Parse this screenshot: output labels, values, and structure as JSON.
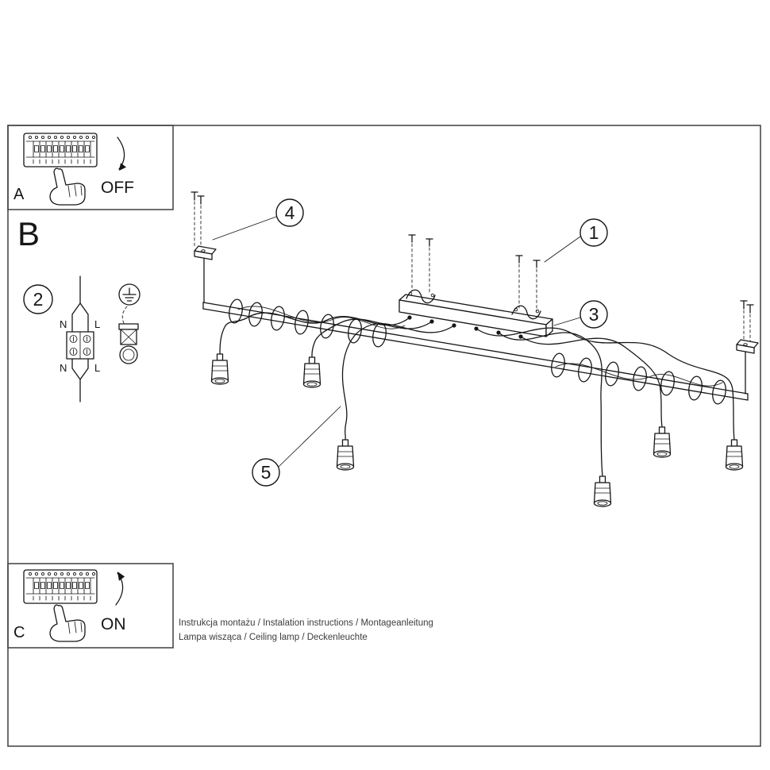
{
  "diagram": {
    "power_off": {
      "letter": "A",
      "state": "OFF"
    },
    "power_on": {
      "letter": "C",
      "state": "ON"
    },
    "section_b": "B",
    "wiring": {
      "callout": "2",
      "neutral_top": "N",
      "live_top": "L",
      "neutral_bottom": "N",
      "live_bottom": "L"
    },
    "callouts": {
      "hook_screws": "1",
      "canopy": "3",
      "bracket_screws": "4",
      "cable": "5"
    },
    "footer": {
      "line1": "Instrukcja montażu / Instalation instructions / Montageanleitung",
      "line2": "Lampa wisząca / Ceiling lamp / Deckenleuchte"
    }
  }
}
